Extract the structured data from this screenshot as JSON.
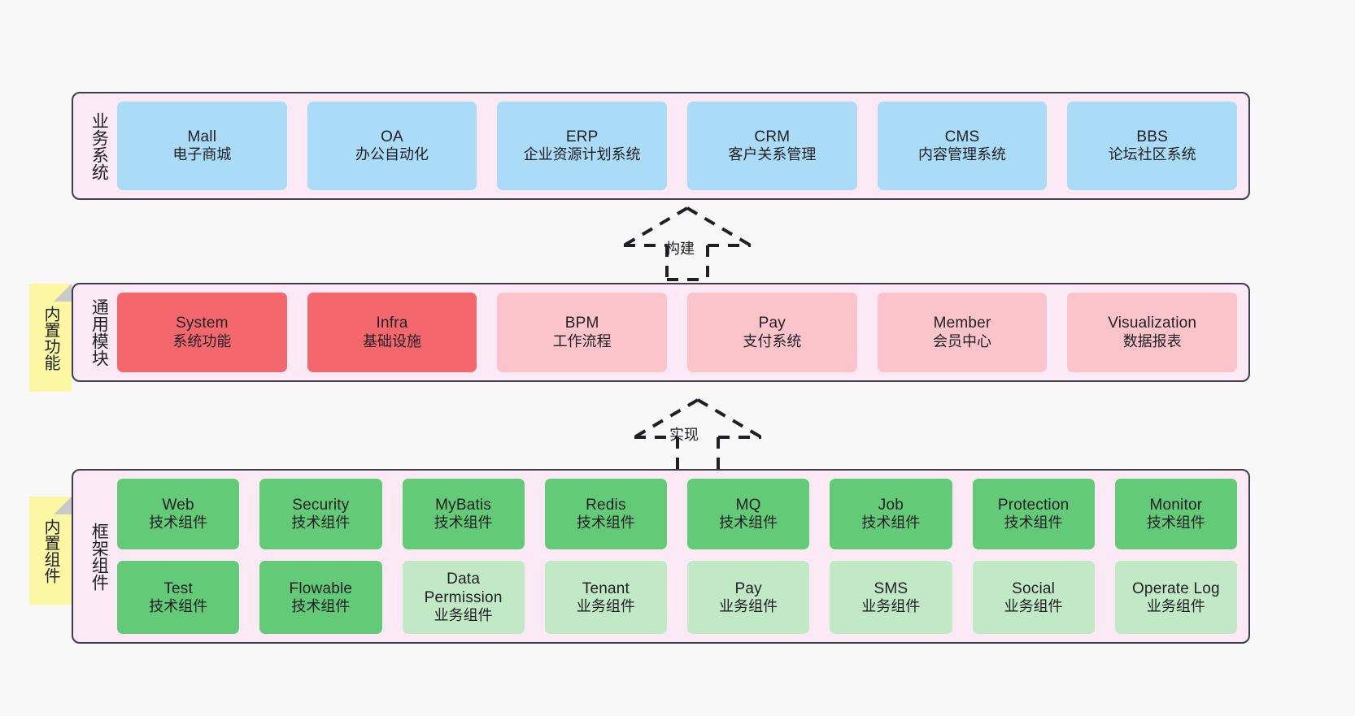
{
  "diagram": {
    "background_color": "#f8f8f8",
    "section_fill": "#fbeaf5",
    "section_border": "#3d3d4e"
  },
  "sections": [
    {
      "id": "business",
      "label": "业务系统",
      "accent": "#aadcf8",
      "rows": [
        {
          "cards": [
            {
              "title": "Mall",
              "subtitle": "电子商城",
              "color": "#aadcf8"
            },
            {
              "title": "OA",
              "subtitle": "办公自动化",
              "color": "#aadcf8"
            },
            {
              "title": "ERP",
              "subtitle": "企业资源计划系统",
              "color": "#aadcf8"
            },
            {
              "title": "CRM",
              "subtitle": "客户关系管理",
              "color": "#aadcf8"
            },
            {
              "title": "CMS",
              "subtitle": "内容管理系统",
              "color": "#aadcf8"
            },
            {
              "title": "BBS",
              "subtitle": "论坛社区系统",
              "color": "#aadcf8"
            }
          ]
        }
      ]
    },
    {
      "id": "common",
      "label": "通用模块",
      "sticky": "内置功能",
      "accent": "#f4676d",
      "rows": [
        {
          "cards": [
            {
              "title": "System",
              "subtitle": "系统功能",
              "color": "#f4676d"
            },
            {
              "title": "Infra",
              "subtitle": "基础设施",
              "color": "#f4676d"
            },
            {
              "title": "BPM",
              "subtitle": "工作流程",
              "color": "#fbc4cb"
            },
            {
              "title": "Pay",
              "subtitle": "支付系统",
              "color": "#fbc4cb"
            },
            {
              "title": "Member",
              "subtitle": "会员中心",
              "color": "#fbc4cb"
            },
            {
              "title": "Visualization",
              "subtitle": "数据报表",
              "color": "#fbc4cb"
            }
          ]
        }
      ]
    },
    {
      "id": "framework",
      "label": "框架组件",
      "sticky": "内置组件",
      "accent": "#63ca78",
      "rows": [
        {
          "cards": [
            {
              "title": "Web",
              "subtitle": "技术组件",
              "color": "#63ca78"
            },
            {
              "title": "Security",
              "subtitle": "技术组件",
              "color": "#63ca78"
            },
            {
              "title": "MyBatis",
              "subtitle": "技术组件",
              "color": "#63ca78"
            },
            {
              "title": "Redis",
              "subtitle": "技术组件",
              "color": "#63ca78"
            },
            {
              "title": "MQ",
              "subtitle": "技术组件",
              "color": "#63ca78"
            },
            {
              "title": "Job",
              "subtitle": "技术组件",
              "color": "#63ca78"
            },
            {
              "title": "Protection",
              "subtitle": "技术组件",
              "color": "#63ca78"
            },
            {
              "title": "Monitor",
              "subtitle": "技术组件",
              "color": "#63ca78"
            }
          ]
        },
        {
          "cards": [
            {
              "title": "Test",
              "subtitle": "技术组件",
              "color": "#63ca78"
            },
            {
              "title": "Flowable",
              "subtitle": "技术组件",
              "color": "#63ca78"
            },
            {
              "title": "Data Permission",
              "subtitle": "业务组件",
              "color": "#c1e9c6"
            },
            {
              "title": "Tenant",
              "subtitle": "业务组件",
              "color": "#c1e9c6"
            },
            {
              "title": "Pay",
              "subtitle": "业务组件",
              "color": "#c1e9c6"
            },
            {
              "title": "SMS",
              "subtitle": "业务组件",
              "color": "#c1e9c6"
            },
            {
              "title": "Social",
              "subtitle": "业务组件",
              "color": "#c1e9c6"
            },
            {
              "title": "Operate Log",
              "subtitle": "业务组件",
              "color": "#c1e9c6"
            }
          ]
        }
      ]
    }
  ],
  "connectors": [
    {
      "id": "build",
      "label": "构建",
      "style": "dashed-generalization",
      "from": "common",
      "to": "business"
    },
    {
      "id": "impl",
      "label": "实现",
      "style": "dashed-generalization",
      "from": "framework",
      "to": "common"
    }
  ]
}
